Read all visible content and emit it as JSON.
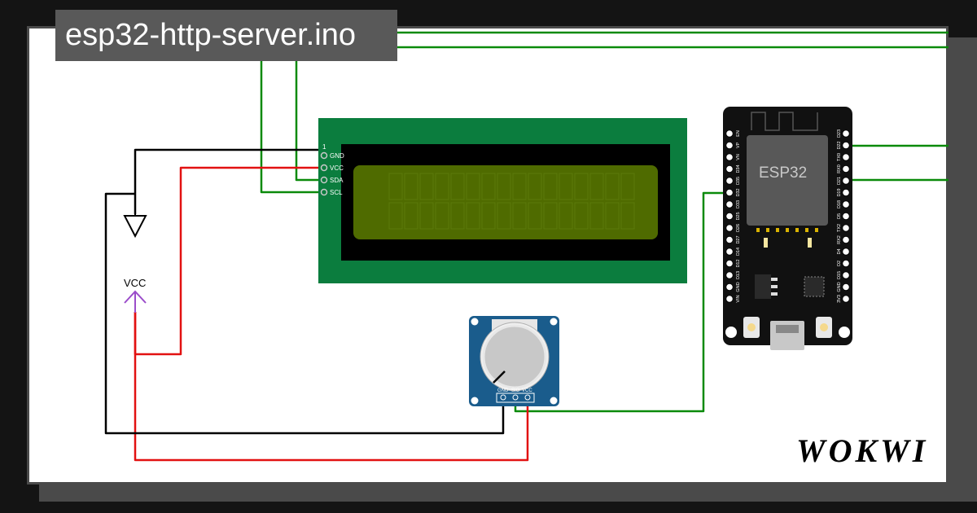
{
  "project": {
    "filename": "esp32-http-server.ino"
  },
  "brand": {
    "name": "WOKWI"
  },
  "lcd": {
    "pin_marker": "1",
    "pins": [
      "GND",
      "VCC",
      "SDA",
      "SCL"
    ],
    "board_color": "#0b7d3e",
    "screen_color": "#4f6b00"
  },
  "power_symbols": {
    "vcc_label": "VCC",
    "vcc_color": "#9b4dca"
  },
  "potentiometer": {
    "pins": [
      "GND",
      "SIG",
      "VCC"
    ],
    "board_color": "#1a5c8c"
  },
  "esp32": {
    "label": "ESP32",
    "left_pins": [
      "EN",
      "VP",
      "VN",
      "D34",
      "D35",
      "D32",
      "D33",
      "D25",
      "D26",
      "D27",
      "D14",
      "D12",
      "D13",
      "GND",
      "VIN"
    ],
    "right_pins": [
      "D23",
      "D22",
      "TX0",
      "RX0",
      "D21",
      "D19",
      "D18",
      "D5",
      "TX2",
      "RX2",
      "D4",
      "D2",
      "D15",
      "GND",
      "3V3"
    ]
  },
  "wire_colors": {
    "signal": "#0a8a0a",
    "power": "#e21111",
    "ground": "#000000"
  }
}
